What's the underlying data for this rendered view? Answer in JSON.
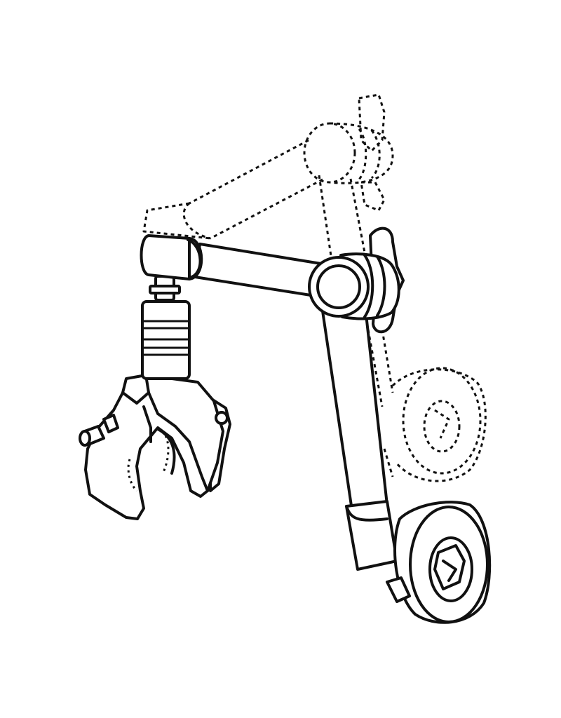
{
  "illustration": {
    "kind": "line-art",
    "subject": "articulated-arm-with-clamp",
    "line_color": "#111111",
    "background_color": "#ffffff",
    "alternate_position_style": "dashed"
  }
}
